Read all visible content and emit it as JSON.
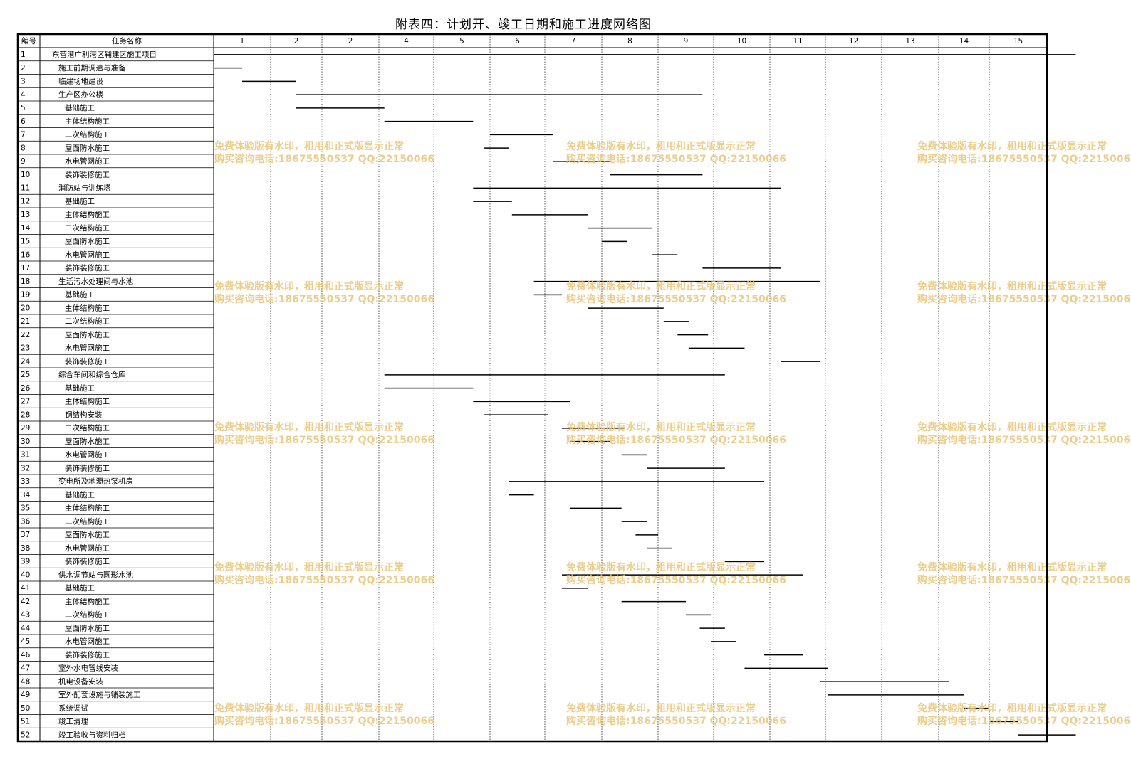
{
  "title": "附表四：计划开、竣工日期和施工进度网络图",
  "watermark": {
    "line1": "免费体验版有水印，租用和正式版显示正常",
    "line2": "购买咨询电话:18675550537 QQ:22150066",
    "color": "#e8c67a"
  },
  "chart_data": {
    "type": "gantt",
    "columns": {
      "id": "编号",
      "name": "任务名称"
    },
    "timeline_labels": [
      "1",
      "2",
      "2",
      "4",
      "5",
      "6",
      "7",
      "8",
      "9",
      "10",
      "11",
      "12",
      "13",
      "14",
      "15"
    ],
    "tasks": [
      {
        "id": "1",
        "name": "东营港广利港区辅建区施工项目",
        "level": 0,
        "start": 0,
        "end": 15.5
      },
      {
        "id": "2",
        "name": "施工前期调遣与准备",
        "level": 1,
        "start": 0,
        "end": 0.5
      },
      {
        "id": "3",
        "name": "临建场地建设",
        "level": 1,
        "start": 0.5,
        "end": 1.5
      },
      {
        "id": "4",
        "name": "生产区办公楼",
        "level": 1,
        "start": 1.5,
        "end": 8.8
      },
      {
        "id": "5",
        "name": "基础施工",
        "level": 2,
        "start": 1.5,
        "end": 3.1
      },
      {
        "id": "6",
        "name": "主体结构施工",
        "level": 2,
        "start": 3.1,
        "end": 4.7
      },
      {
        "id": "7",
        "name": "二次结构施工",
        "level": 2,
        "start": 5.0,
        "end": 6.15
      },
      {
        "id": "8",
        "name": "屋面防水施工",
        "level": 2,
        "start": 4.9,
        "end": 5.35
      },
      {
        "id": "9",
        "name": "水电管网施工",
        "level": 2,
        "start": 6.15,
        "end": 7.15
      },
      {
        "id": "10",
        "name": "装饰装修施工",
        "level": 2,
        "start": 7.15,
        "end": 8.8
      },
      {
        "id": "11",
        "name": "消防站与训练塔",
        "level": 1,
        "start": 4.7,
        "end": 10.2
      },
      {
        "id": "12",
        "name": "基础施工",
        "level": 2,
        "start": 4.7,
        "end": 5.4
      },
      {
        "id": "13",
        "name": "主体结构施工",
        "level": 2,
        "start": 5.4,
        "end": 6.75
      },
      {
        "id": "14",
        "name": "二次结构施工",
        "level": 2,
        "start": 6.75,
        "end": 7.9
      },
      {
        "id": "15",
        "name": "屋面防水施工",
        "level": 2,
        "start": 7.0,
        "end": 7.45
      },
      {
        "id": "16",
        "name": "水电管网施工",
        "level": 2,
        "start": 7.9,
        "end": 8.35
      },
      {
        "id": "17",
        "name": "装饰装修施工",
        "level": 2,
        "start": 8.8,
        "end": 10.2
      },
      {
        "id": "18",
        "name": "生活污水处理间与水池",
        "level": 1,
        "start": 5.8,
        "end": 10.9
      },
      {
        "id": "19",
        "name": "基础施工",
        "level": 2,
        "start": 5.8,
        "end": 6.3
      },
      {
        "id": "20",
        "name": "主体结构施工",
        "level": 2,
        "start": 6.75,
        "end": 8.1
      },
      {
        "id": "21",
        "name": "二次结构施工",
        "level": 2,
        "start": 8.1,
        "end": 8.55
      },
      {
        "id": "22",
        "name": "屋面防水施工",
        "level": 2,
        "start": 8.35,
        "end": 8.9
      },
      {
        "id": "23",
        "name": "水电管网施工",
        "level": 2,
        "start": 8.55,
        "end": 9.55
      },
      {
        "id": "24",
        "name": "装饰装修施工",
        "level": 2,
        "start": 10.2,
        "end": 10.9
      },
      {
        "id": "25",
        "name": "综合车间和综合仓库",
        "level": 1,
        "start": 3.1,
        "end": 9.2
      },
      {
        "id": "26",
        "name": "基础施工",
        "level": 2,
        "start": 3.1,
        "end": 4.7
      },
      {
        "id": "27",
        "name": "主体结构施工",
        "level": 2,
        "start": 4.7,
        "end": 6.45
      },
      {
        "id": "28",
        "name": "钢结构安装",
        "level": 2,
        "start": 4.9,
        "end": 6.05
      },
      {
        "id": "29",
        "name": "二次结构施工",
        "level": 2,
        "start": 6.3,
        "end": 7.4
      },
      {
        "id": "30",
        "name": "屋面防水施工",
        "level": 2,
        "start": 6.45,
        "end": 7.15
      },
      {
        "id": "31",
        "name": "水电管网施工",
        "level": 2,
        "start": 7.35,
        "end": 7.8
      },
      {
        "id": "32",
        "name": "装饰装修施工",
        "level": 2,
        "start": 7.8,
        "end": 9.2
      },
      {
        "id": "33",
        "name": "变电所及地源热泵机房",
        "level": 1,
        "start": 5.35,
        "end": 9.9
      },
      {
        "id": "34",
        "name": "基础施工",
        "level": 2,
        "start": 5.35,
        "end": 5.8
      },
      {
        "id": "35",
        "name": "主体结构施工",
        "level": 2,
        "start": 6.45,
        "end": 7.35
      },
      {
        "id": "36",
        "name": "二次结构施工",
        "level": 2,
        "start": 7.35,
        "end": 7.8
      },
      {
        "id": "37",
        "name": "屋面防水施工",
        "level": 2,
        "start": 7.6,
        "end": 8.0
      },
      {
        "id": "38",
        "name": "水电管网施工",
        "level": 2,
        "start": 7.8,
        "end": 8.25
      },
      {
        "id": "39",
        "name": "装饰装修施工",
        "level": 2,
        "start": 9.2,
        "end": 9.9
      },
      {
        "id": "40",
        "name": "供水调节站与圆形水池",
        "level": 1,
        "start": 6.3,
        "end": 10.6
      },
      {
        "id": "41",
        "name": "基础施工",
        "level": 2,
        "start": 6.3,
        "end": 6.75
      },
      {
        "id": "42",
        "name": "主体结构施工",
        "level": 2,
        "start": 7.35,
        "end": 8.5
      },
      {
        "id": "43",
        "name": "二次结构施工",
        "level": 2,
        "start": 8.5,
        "end": 8.95
      },
      {
        "id": "44",
        "name": "屋面防水施工",
        "level": 2,
        "start": 8.75,
        "end": 9.2
      },
      {
        "id": "45",
        "name": "水电管网施工",
        "level": 2,
        "start": 8.95,
        "end": 9.4
      },
      {
        "id": "46",
        "name": "装饰装修施工",
        "level": 2,
        "start": 9.9,
        "end": 10.6
      },
      {
        "id": "47",
        "name": "室外水电管线安装",
        "level": 1,
        "start": 9.55,
        "end": 11.05
      },
      {
        "id": "48",
        "name": "机电设备安装",
        "level": 1,
        "start": 10.9,
        "end": 13.2
      },
      {
        "id": "49",
        "name": "室外配套设施与铺装施工",
        "level": 1,
        "start": 11.05,
        "end": 13.5
      },
      {
        "id": "50",
        "name": "系统调试",
        "level": 1,
        "start": 13.5,
        "end": 14.0
      },
      {
        "id": "51",
        "name": "竣工清理",
        "level": 1,
        "start": 14.0,
        "end": 14.5
      },
      {
        "id": "52",
        "name": "竣工验收与资料归档",
        "level": 1,
        "start": 14.5,
        "end": 15.5
      }
    ]
  }
}
